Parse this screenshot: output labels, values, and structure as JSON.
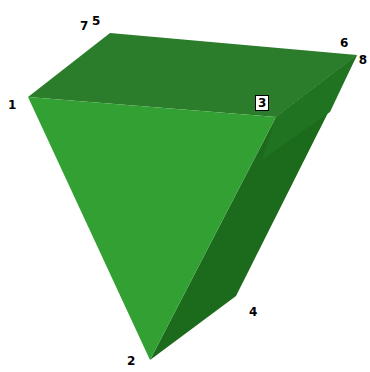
{
  "diagram": {
    "labels": [
      "7",
      "5",
      "6",
      "8",
      "1",
      "3",
      "4",
      "2"
    ]
  }
}
